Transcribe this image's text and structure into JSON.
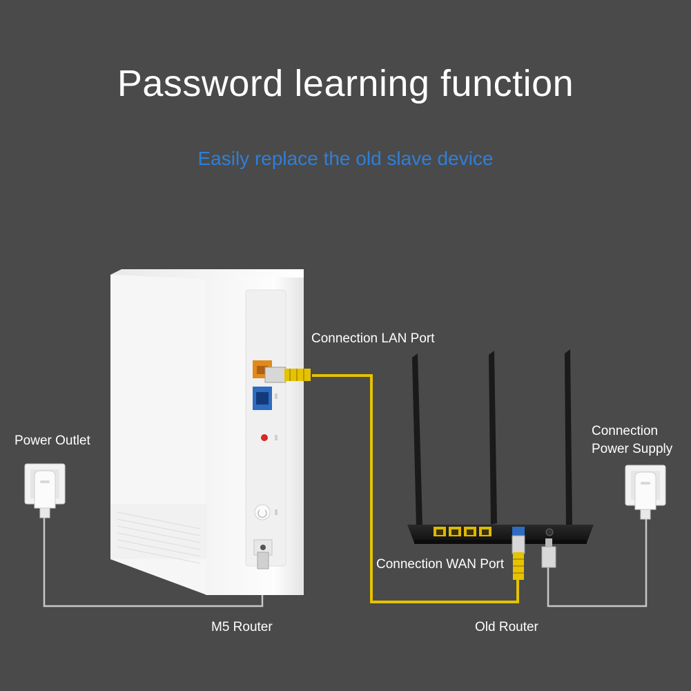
{
  "title": "Password learning function",
  "subtitle": "Easily replace the old slave device",
  "labels": {
    "lan_port": "Connection LAN Port",
    "power_outlet": "Power Outlet",
    "power_supply_line1": "Connection",
    "power_supply_line2": "Power Supply",
    "wan_port": "Connection WAN Port",
    "m5_router": "M5 Router",
    "old_router": "Old Router"
  },
  "colors": {
    "background": "#4a4a4a",
    "title": "#ffffff",
    "subtitle": "#2f7fd8",
    "ethernet_cable": "#e6c200",
    "power_cable": "#c8c8c8"
  },
  "icons": [
    "m5-router-icon",
    "old-router-icon",
    "antenna-icon",
    "power-outlet-icon",
    "power-plug-icon",
    "ethernet-plug-icon",
    "lan-port-icon",
    "wan-port-icon"
  ]
}
